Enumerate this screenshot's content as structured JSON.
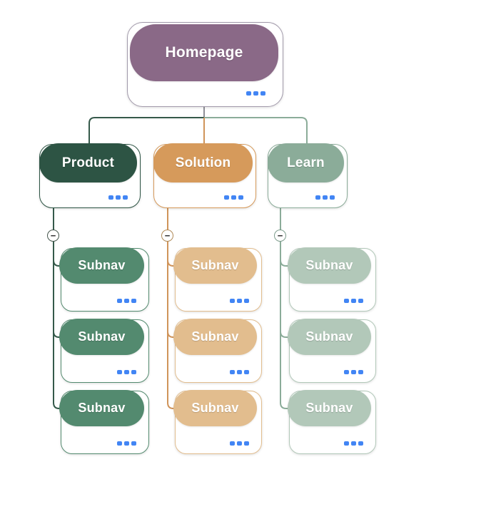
{
  "icons": {
    "collapse_minus": "−",
    "menu_dots": "ellipsis-menu"
  },
  "colors": {
    "dots_blue": "#4285f4",
    "trunk_gray": "#8f8f97",
    "root_fill": "#8a6987",
    "root_border": "#a29aab",
    "product_fill": "#2d5444",
    "product_line": "#35594a",
    "product_subnav_fill": "#538a6f",
    "product_collapse_border": "#44554c",
    "solution_fill": "#d69a5b",
    "solution_line": "#d0945a",
    "solution_subnav_fill": "#e2bd8e",
    "solution_collapse_border": "#b08a58",
    "learn_fill": "#8bac99",
    "learn_line": "#8bac99",
    "learn_subnav_fill": "#b2c8b9",
    "learn_collapse_border": "#7d9c8c"
  },
  "sitemap": {
    "root": {
      "label": "Homepage"
    },
    "branches": [
      {
        "label": "Product",
        "children": [
          {
            "label": "Subnav"
          },
          {
            "label": "Subnav"
          },
          {
            "label": "Subnav"
          }
        ]
      },
      {
        "label": "Solution",
        "children": [
          {
            "label": "Subnav"
          },
          {
            "label": "Subnav"
          },
          {
            "label": "Subnav"
          }
        ]
      },
      {
        "label": "Learn",
        "children": [
          {
            "label": "Subnav"
          },
          {
            "label": "Subnav"
          },
          {
            "label": "Subnav"
          }
        ]
      }
    ]
  }
}
